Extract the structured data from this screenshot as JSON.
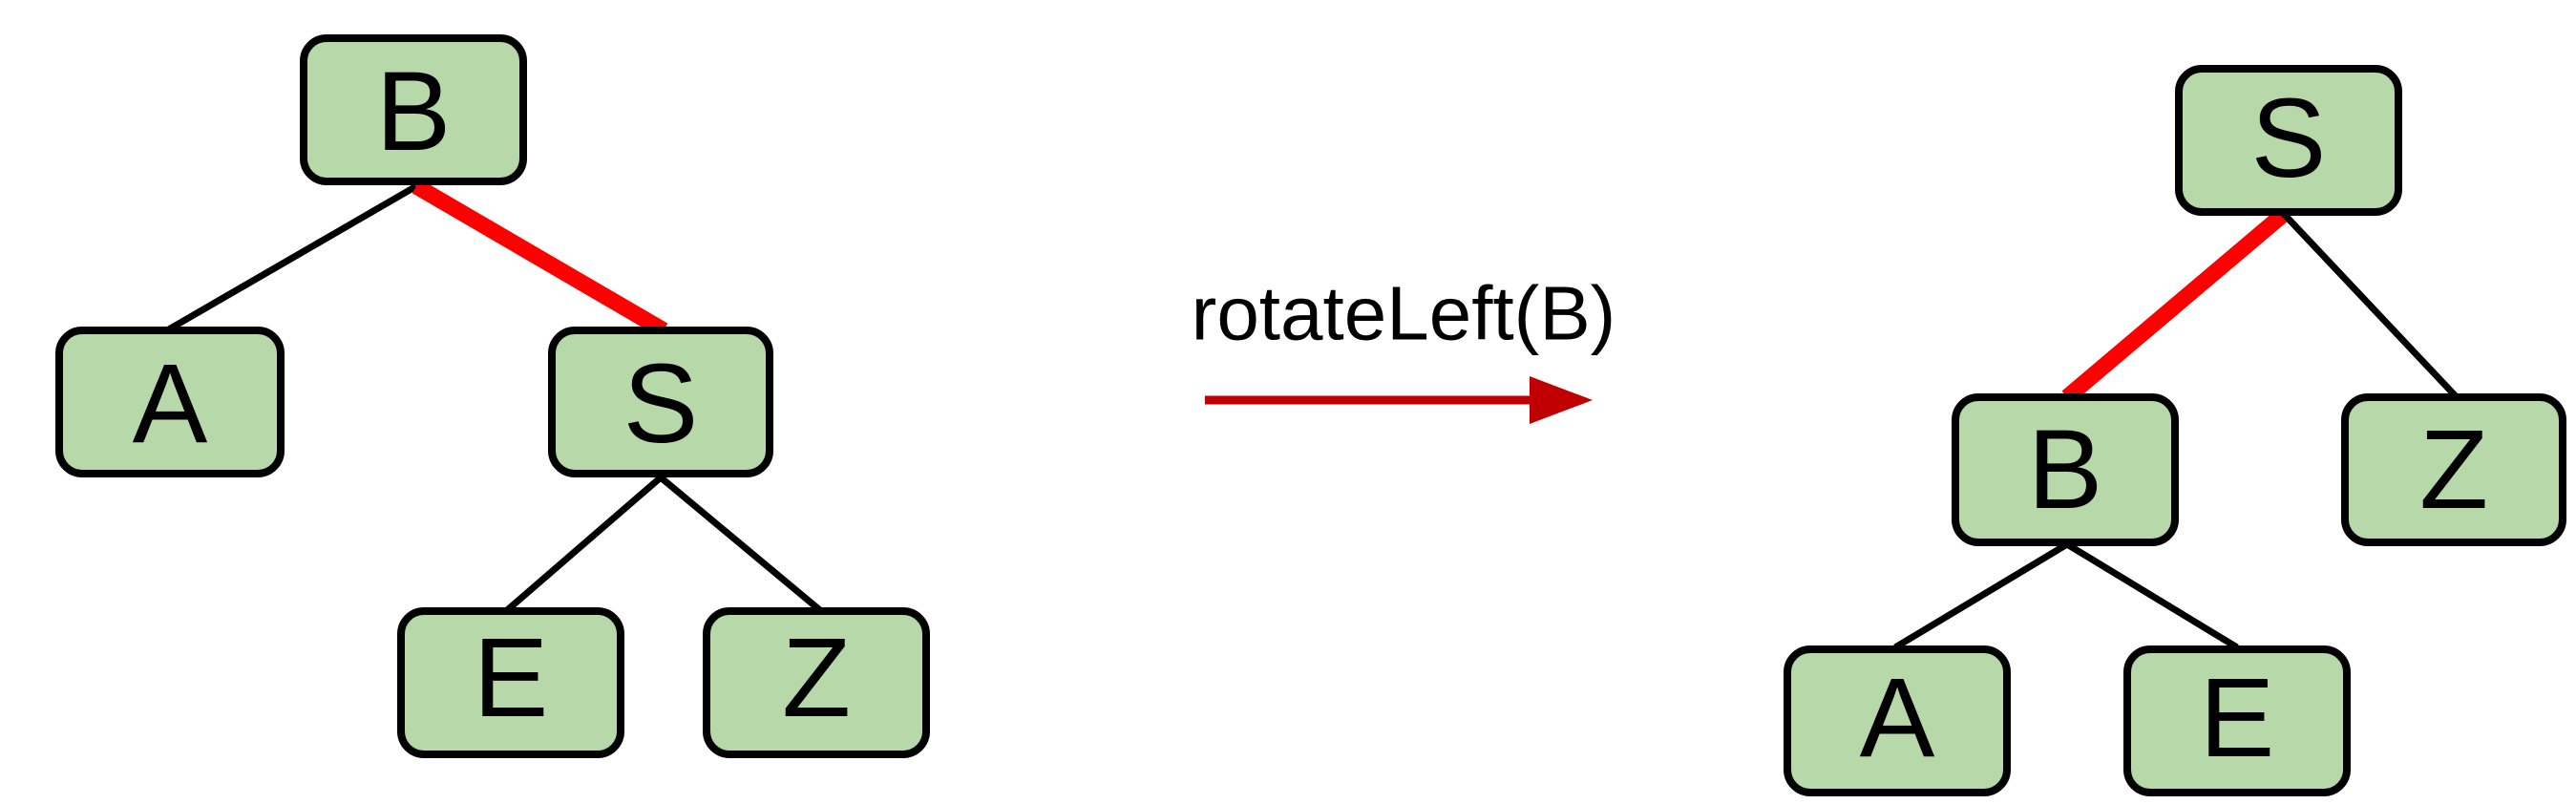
{
  "operation": {
    "label": "rotateLeft(B)",
    "arrow_color": "#c00000",
    "arrow_icon": "right-arrow-icon"
  },
  "colors": {
    "node_fill": "#b7d9aa",
    "node_stroke": "#000000",
    "edge": "#000000",
    "highlight_edge": "#ff0000"
  },
  "before_tree": {
    "nodes": [
      {
        "id": "B",
        "label": "B"
      },
      {
        "id": "A",
        "label": "A"
      },
      {
        "id": "S",
        "label": "S"
      },
      {
        "id": "E",
        "label": "E"
      },
      {
        "id": "Z",
        "label": "Z"
      }
    ],
    "edges": [
      {
        "from": "B",
        "to": "A",
        "highlight": false
      },
      {
        "from": "B",
        "to": "S",
        "highlight": true
      },
      {
        "from": "S",
        "to": "E",
        "highlight": false
      },
      {
        "from": "S",
        "to": "Z",
        "highlight": false
      }
    ]
  },
  "after_tree": {
    "nodes": [
      {
        "id": "S",
        "label": "S"
      },
      {
        "id": "B",
        "label": "B"
      },
      {
        "id": "Z",
        "label": "Z"
      },
      {
        "id": "A",
        "label": "A"
      },
      {
        "id": "E",
        "label": "E"
      }
    ],
    "edges": [
      {
        "from": "S",
        "to": "B",
        "highlight": true
      },
      {
        "from": "S",
        "to": "Z",
        "highlight": false
      },
      {
        "from": "B",
        "to": "A",
        "highlight": false
      },
      {
        "from": "B",
        "to": "E",
        "highlight": false
      }
    ]
  }
}
